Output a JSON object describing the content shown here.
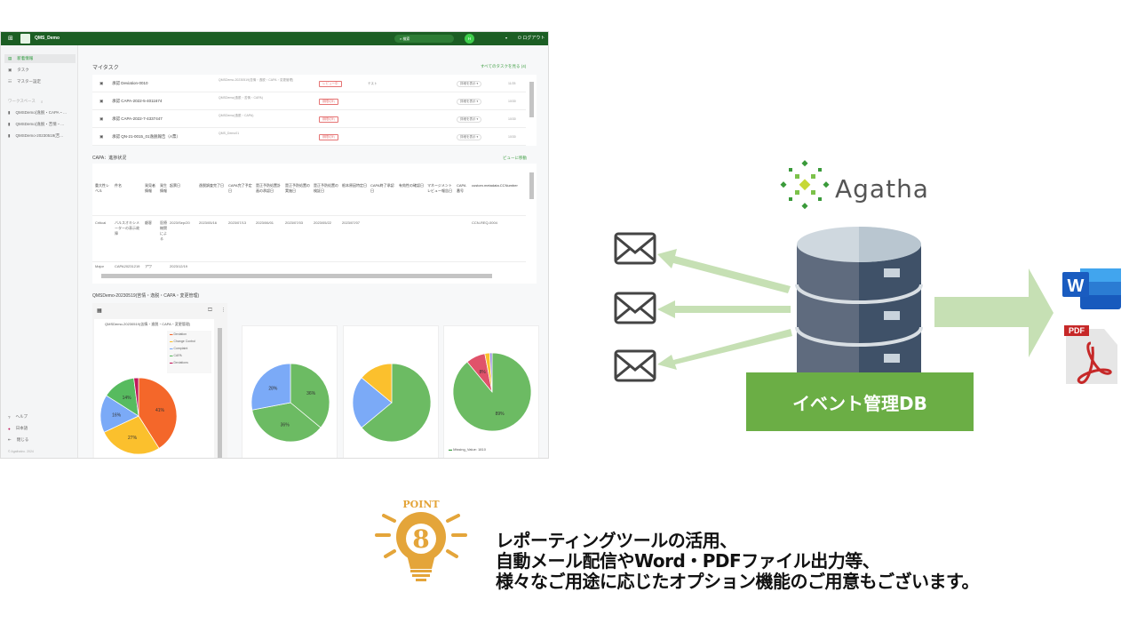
{
  "app": {
    "title": "QMS_Demo",
    "search_placeholder": "検索",
    "avatar": "H",
    "logout": "ログアウト",
    "sidebar": {
      "items": [
        {
          "label": "新着情報"
        },
        {
          "label": "タスク"
        },
        {
          "label": "マスター設定"
        }
      ],
      "workspace_label": "ワークスペース",
      "workspaces": [
        {
          "label": "QMSDemo(逸脱・CAPA・..."
        },
        {
          "label": "QMSDemo(逸脱・苦情・..."
        },
        {
          "label": "QMSDemo-20230519(苦..."
        }
      ],
      "footer": [
        {
          "label": "ヘルプ"
        },
        {
          "label": "日本語"
        },
        {
          "label": "閉じる"
        }
      ],
      "copyright": "© AgathaInc. 2024"
    },
    "mytasks": {
      "title": "マイタスク",
      "view_all": "すべてのタスクを見る (4)",
      "rows": [
        {
          "name": "承認 Deviation-0010",
          "workspace": "QMSDemo-20230519(苦情・逸脱・CAPA・変更管理)",
          "status": "レビュー中",
          "assignee": "テスト",
          "action": "詳細を表示",
          "date": "11/25"
        },
        {
          "name": "承認 CAPA-2022-5-4011674",
          "workspace": "QMSDemo(逸脱・苦情・CAPA)",
          "status": "期限切れ",
          "assignee": "",
          "action": "詳細を表示",
          "date": "10/30"
        },
        {
          "name": "承認 CAPA-2022-7-4337447",
          "workspace": "QMSDemo(逸脱・CAPA)",
          "status": "期限切れ",
          "assignee": "",
          "action": "詳細を表示",
          "date": "10/30"
        },
        {
          "name": "承認 QN-21-0015_01逸脱報告（A票）",
          "workspace": "QMS_Demo01",
          "status": "期限切れ",
          "assignee": "",
          "action": "詳細を表示",
          "date": "10/30"
        }
      ]
    },
    "capa": {
      "title": "CAPA：進捗状況",
      "view_link": "ビューに移動",
      "headers": [
        "重大性レベル",
        "件名",
        "発見者情報",
        "発生情報",
        "起票日",
        "逸脱調査完了日",
        "CAPA完了予定日",
        "是正予防処置計画の承認日",
        "是正予防処置の実施日",
        "是正予防処置の検証日",
        "根本原因特定日",
        "CAPA終了承認日",
        "有効性の確認日",
        "マネージメントレビュー報告日",
        "CAPA番号",
        "custom.metadata.CCNumber"
      ],
      "rows": [
        [
          "Critical",
          "バルスオキシメーターの表示故障",
          "顧客",
          "医療機関による",
          "2023/Sep/20",
          "2023/05/16",
          "2023/07/13",
          "2023/06/01",
          "2023/07/03",
          "2023/05/22",
          "2023/07/07",
          "",
          "",
          "",
          "",
          "CCN-REQ-0004"
        ],
        [
          "Major",
          "CAPA20231219",
          "アワ",
          "",
          "2023/12/19",
          "",
          "",
          "",
          "",
          "",
          "",
          "",
          "",
          "",
          "",
          ""
        ]
      ]
    },
    "dashboard": {
      "title": "QMSDemo-20230519(苦情・逸脱・CAPA・変更管理)",
      "chart_title": "QMSDemo-20230519(苦情・逸脱・CAPA・変更管理)",
      "missing_label": "Missing_Value: 1810"
    }
  },
  "chart_data": [
    {
      "type": "pie",
      "title": "QMSDemo-20230519(苦情・逸脱・CAPA・変更管理)",
      "legend": [
        "Deviation",
        "Change Control",
        "Complaint",
        "CAPA",
        "Deviations"
      ],
      "legend_position": "top-right",
      "values": [
        41,
        27,
        16,
        14,
        2
      ],
      "labels": [
        "41%",
        "27%",
        "16%",
        "14%",
        ""
      ],
      "colors": [
        "#f4672a",
        "#fbc02d",
        "#7baaf7",
        "#57bb5f",
        "#c2185b"
      ]
    },
    {
      "type": "pie",
      "values": [
        36,
        36,
        28
      ],
      "labels": [
        "36%",
        "36%",
        "28%"
      ],
      "colors": [
        "#6cbb63",
        "#6cbb63",
        "#7baaf7"
      ]
    },
    {
      "type": "pie",
      "values": [
        64,
        22,
        14
      ],
      "labels": [
        "",
        "",
        ""
      ],
      "colors": [
        "#6cbb63",
        "#7baaf7",
        "#fbc02d"
      ]
    },
    {
      "type": "pie",
      "values": [
        89,
        8,
        2,
        1
      ],
      "labels": [
        "89%",
        "8%",
        "",
        ""
      ],
      "colors": [
        "#6cbb63",
        "#e0526a",
        "#fbc02d",
        "#9c8fe0"
      ],
      "legend": [
        "Missing_Value: 1810"
      ]
    }
  ],
  "slide": {
    "logo": "Agatha",
    "db_label": "イベント管理DB",
    "point_label": "POINT",
    "point_number": "8",
    "pdf_label": "PDF",
    "word_label": "W",
    "lines": [
      "レポーティングツールの活用、",
      "自動メール配信やWord・PDFファイル出力等、",
      "様々なご用途に応じたオプション機能のご用意もございます。"
    ]
  }
}
